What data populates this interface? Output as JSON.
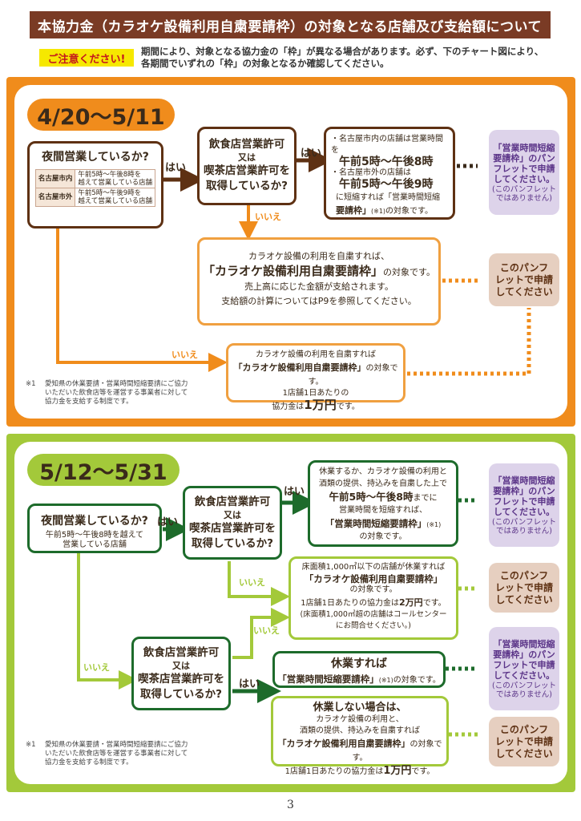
{
  "header": {
    "title": "本協力金（カラオケ設備利用自粛要請枠）の対象となる店舗及び支給額について",
    "caution_label": "ご注意ください!",
    "caution_line1": "期間により、対象となる協力金の「枠」が異なる場合があります。必ず、下のチャート図により、",
    "caution_line2": "各期間でいずれの「枠」の対象となるか確認してください。"
  },
  "period1": {
    "label": "4/20〜5/11",
    "q_night": "夜間営業しているか?",
    "table": [
      {
        "area": "名古屋市内",
        "desc1": "午前5時〜午後8時を",
        "desc2": "越えて営業している店舗"
      },
      {
        "area": "名古屋市外",
        "desc1": "午前5時〜午後9時を",
        "desc2": "越えて営業している店舗"
      }
    ],
    "yes1": "はい",
    "q_license": [
      "飲食店営業許可",
      "又は",
      "喫茶店営業許可を",
      "取得しているか?"
    ],
    "yes2": "はい",
    "short_hours": {
      "l1": "・名古屋市内の店舗は営業時間を",
      "l2": "午前5時〜午後8時",
      "l3": "・名古屋市外の店舗は",
      "l4": "午前5時〜午後9時",
      "l5": "に短縮すれば「営業時間短縮",
      "l6": "要請枠」",
      "l6note": "(※1)",
      "l6b": "の対象です。"
    },
    "no1": "いいえ",
    "karaoke": {
      "l1": "カラオケ設備の利用を自粛すれば、",
      "l2": "「カラオケ設備利用自粛要請枠」",
      "l2b": "の対象です。",
      "l3": "売上高に応じた金額が支給されます。",
      "l4": "支給額の計算についてはP9を参照してください。"
    },
    "no2": "いいえ",
    "karaoke_flat": {
      "l1": "カラオケ設備の利用を自粛すれば",
      "l2": "「カラオケ設備利用自粛要請枠」",
      "l2b": "の対象です。",
      "l3": "1店舗1日あたりの",
      "l4a": "協力金は",
      "l4b": "1万円",
      "l4c": "です。"
    },
    "side_purple": {
      "l1": "「営業時間短縮",
      "l2": "要請枠」のパン",
      "l3": "フレットで申請",
      "l4": "してください。",
      "n1": "(このパンフレット",
      "n2": "ではありません)"
    },
    "side_beige": {
      "l1": "このパンフ",
      "l2": "レットで申請",
      "l3": "してください"
    },
    "footnote_mark": "※1",
    "footnote": [
      "愛知県の休業要請・営業時間短縮要請にご協力",
      "いただいた飲食店等を運営する事業者に対して",
      "協力金を支給する制度です。"
    ]
  },
  "period2": {
    "label": "5/12〜5/31",
    "q_night": "夜間営業しているか?",
    "q_night_sub1": "午前5時〜午後8時を越えて",
    "q_night_sub2": "営業している店舗",
    "yes1": "はい",
    "q_license": [
      "飲食店営業許可",
      "又は",
      "喫茶店営業許可を",
      "取得しているか?"
    ],
    "yes2": "はい",
    "closure": {
      "l1": "休業するか、カラオケ設備の利用と",
      "l2": "酒類の提供、持込みを自粛した上で",
      "l3a": "午前5時〜午後8時",
      "l3b": "までに",
      "l4": "営業時間を短縮すれば、",
      "l5": "「営業時間短縮要請枠」",
      "l5note": "(※1)",
      "l6": "の対象です。"
    },
    "no1": "いいえ",
    "small_store": {
      "l1": "床面積1,000㎡以下の店舗が休業すれば",
      "l2": "「カラオケ設備利用自粛要請枠」",
      "l3": "の対象です。",
      "l4a": "1店舗1日あたりの協力金は",
      "l4b": "2万円",
      "l4c": "です。",
      "l5": "(床面積1,000㎡超の店舗はコールセンター",
      "l6": "にお問合せください。)"
    },
    "no2": "いいえ",
    "no3": "いいえ",
    "q_license2": [
      "飲食店営業許可",
      "又は",
      "喫茶店営業許可を",
      "取得しているか?"
    ],
    "yes3": "はい",
    "rest": {
      "l1": "休業すれば",
      "l2": "「営業時間短縮要請枠」",
      "l2note": "(※1)",
      "l2b": "の対象です。"
    },
    "no_rest": {
      "l1": "休業しない場合は、",
      "l2": "カラオケ設備の利用と、",
      "l3": "酒類の提供、持込みを自粛すれば",
      "l4": "「カラオケ設備利用自粛要請枠」",
      "l4b": "の対象です。",
      "l5a": "1店舗1日あたりの協力金は",
      "l5b": "1万円",
      "l5c": "です。"
    },
    "side_purple": {
      "l1": "「営業時間短縮",
      "l2": "要請枠」のパン",
      "l3": "フレットで申請",
      "l4": "してください。",
      "n1": "(このパンフレット",
      "n2": "ではありません)"
    },
    "side_beige": {
      "l1": "このパンフ",
      "l2": "レットで申請",
      "l3": "してください"
    },
    "footnote_mark": "※1",
    "footnote": [
      "愛知県の休業要請・営業時間短縮要請にご協力",
      "いただいた飲食店等を運営する事業者に対して",
      "協力金を支給する制度です。"
    ]
  },
  "page_number": "3",
  "colors": {
    "brown": "#7a3b25",
    "orange": "#f08c1c",
    "green": "#a3c93a",
    "dark_green": "#1d6b2b",
    "purple_bg": "#ddd3ea",
    "beige_bg": "#e6cfc0"
  }
}
